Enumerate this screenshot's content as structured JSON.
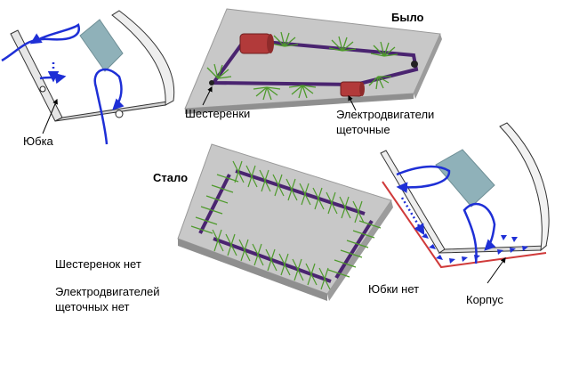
{
  "labels": {
    "bylo": "Было",
    "stalo": "Стало",
    "shesterenki": "Шестеренки",
    "motors_line1": "Электродвигатели",
    "motors_line2": "щеточные",
    "yubka": "Юбка",
    "no_gears": "Шестеренок нет",
    "no_motors_line1": "Электродвигателей",
    "no_motors_line2": "щеточных нет",
    "no_skirt": "Юбки нет",
    "korpus": "Корпус"
  },
  "colors": {
    "plate_top": "#c8c8c8",
    "plate_side": "#8f8f8f",
    "brush": "#4e9a2c",
    "motor": "#b23a3a",
    "shaft": "#4a2470",
    "flow": "#1e2fd6",
    "filter": "#8fb1b9",
    "body_edge": "#d03a3a"
  }
}
